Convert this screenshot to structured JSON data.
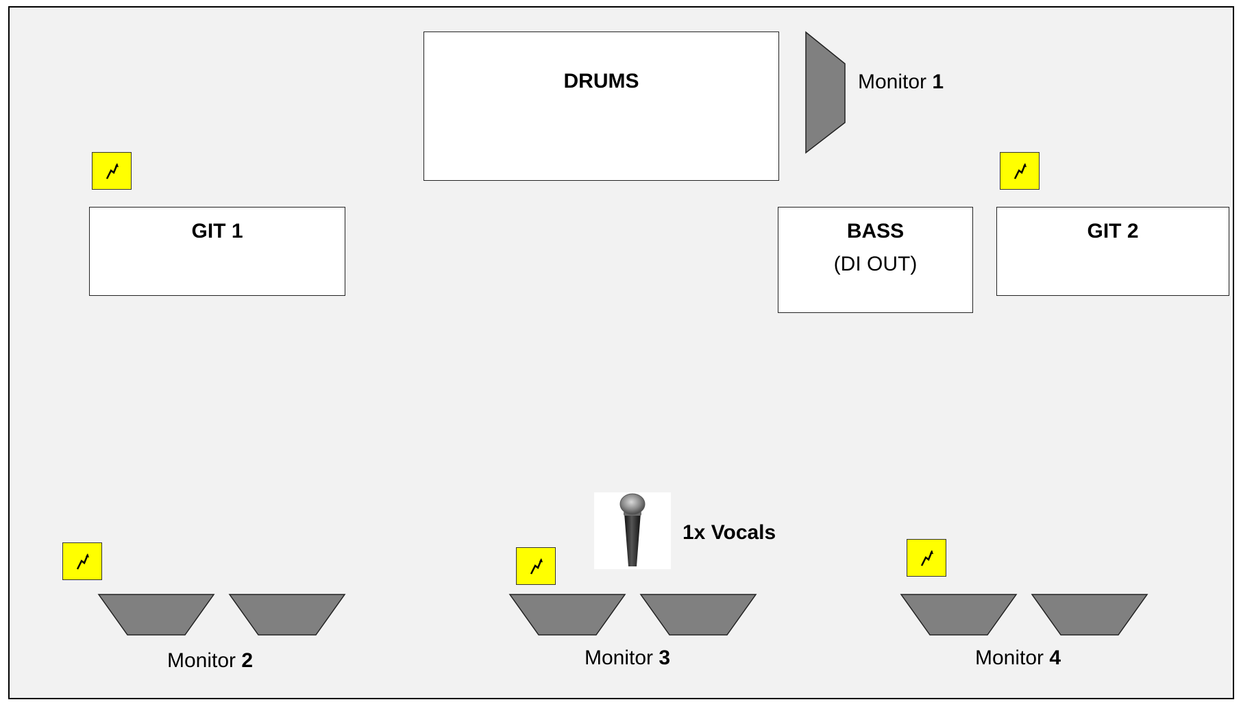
{
  "stage": {
    "drums": {
      "title": "DRUMS"
    },
    "git1": {
      "title": "GIT 1"
    },
    "git2": {
      "title": "GIT 2"
    },
    "bass": {
      "title": "BASS",
      "subtitle": "(DI OUT)"
    },
    "vocals_label": "1x Vocals",
    "monitors": [
      {
        "prefix": "Monitor ",
        "number": "1"
      },
      {
        "prefix": "Monitor ",
        "number": "2"
      },
      {
        "prefix": "Monitor ",
        "number": "3"
      },
      {
        "prefix": "Monitor ",
        "number": "4"
      }
    ],
    "power_sockets": [
      "power-git1",
      "power-git2",
      "power-monitor-2",
      "power-monitor-3",
      "power-monitor-4"
    ]
  },
  "colors": {
    "stage_background": "#f2f2f2",
    "power_socket": "#ffff00",
    "monitor_wedge": "#808080",
    "amp_box": "#ffffff"
  },
  "icons": {
    "power": "lightning-bolt-icon",
    "monitor": "monitor-wedge-icon",
    "microphone": "microphone-icon"
  }
}
